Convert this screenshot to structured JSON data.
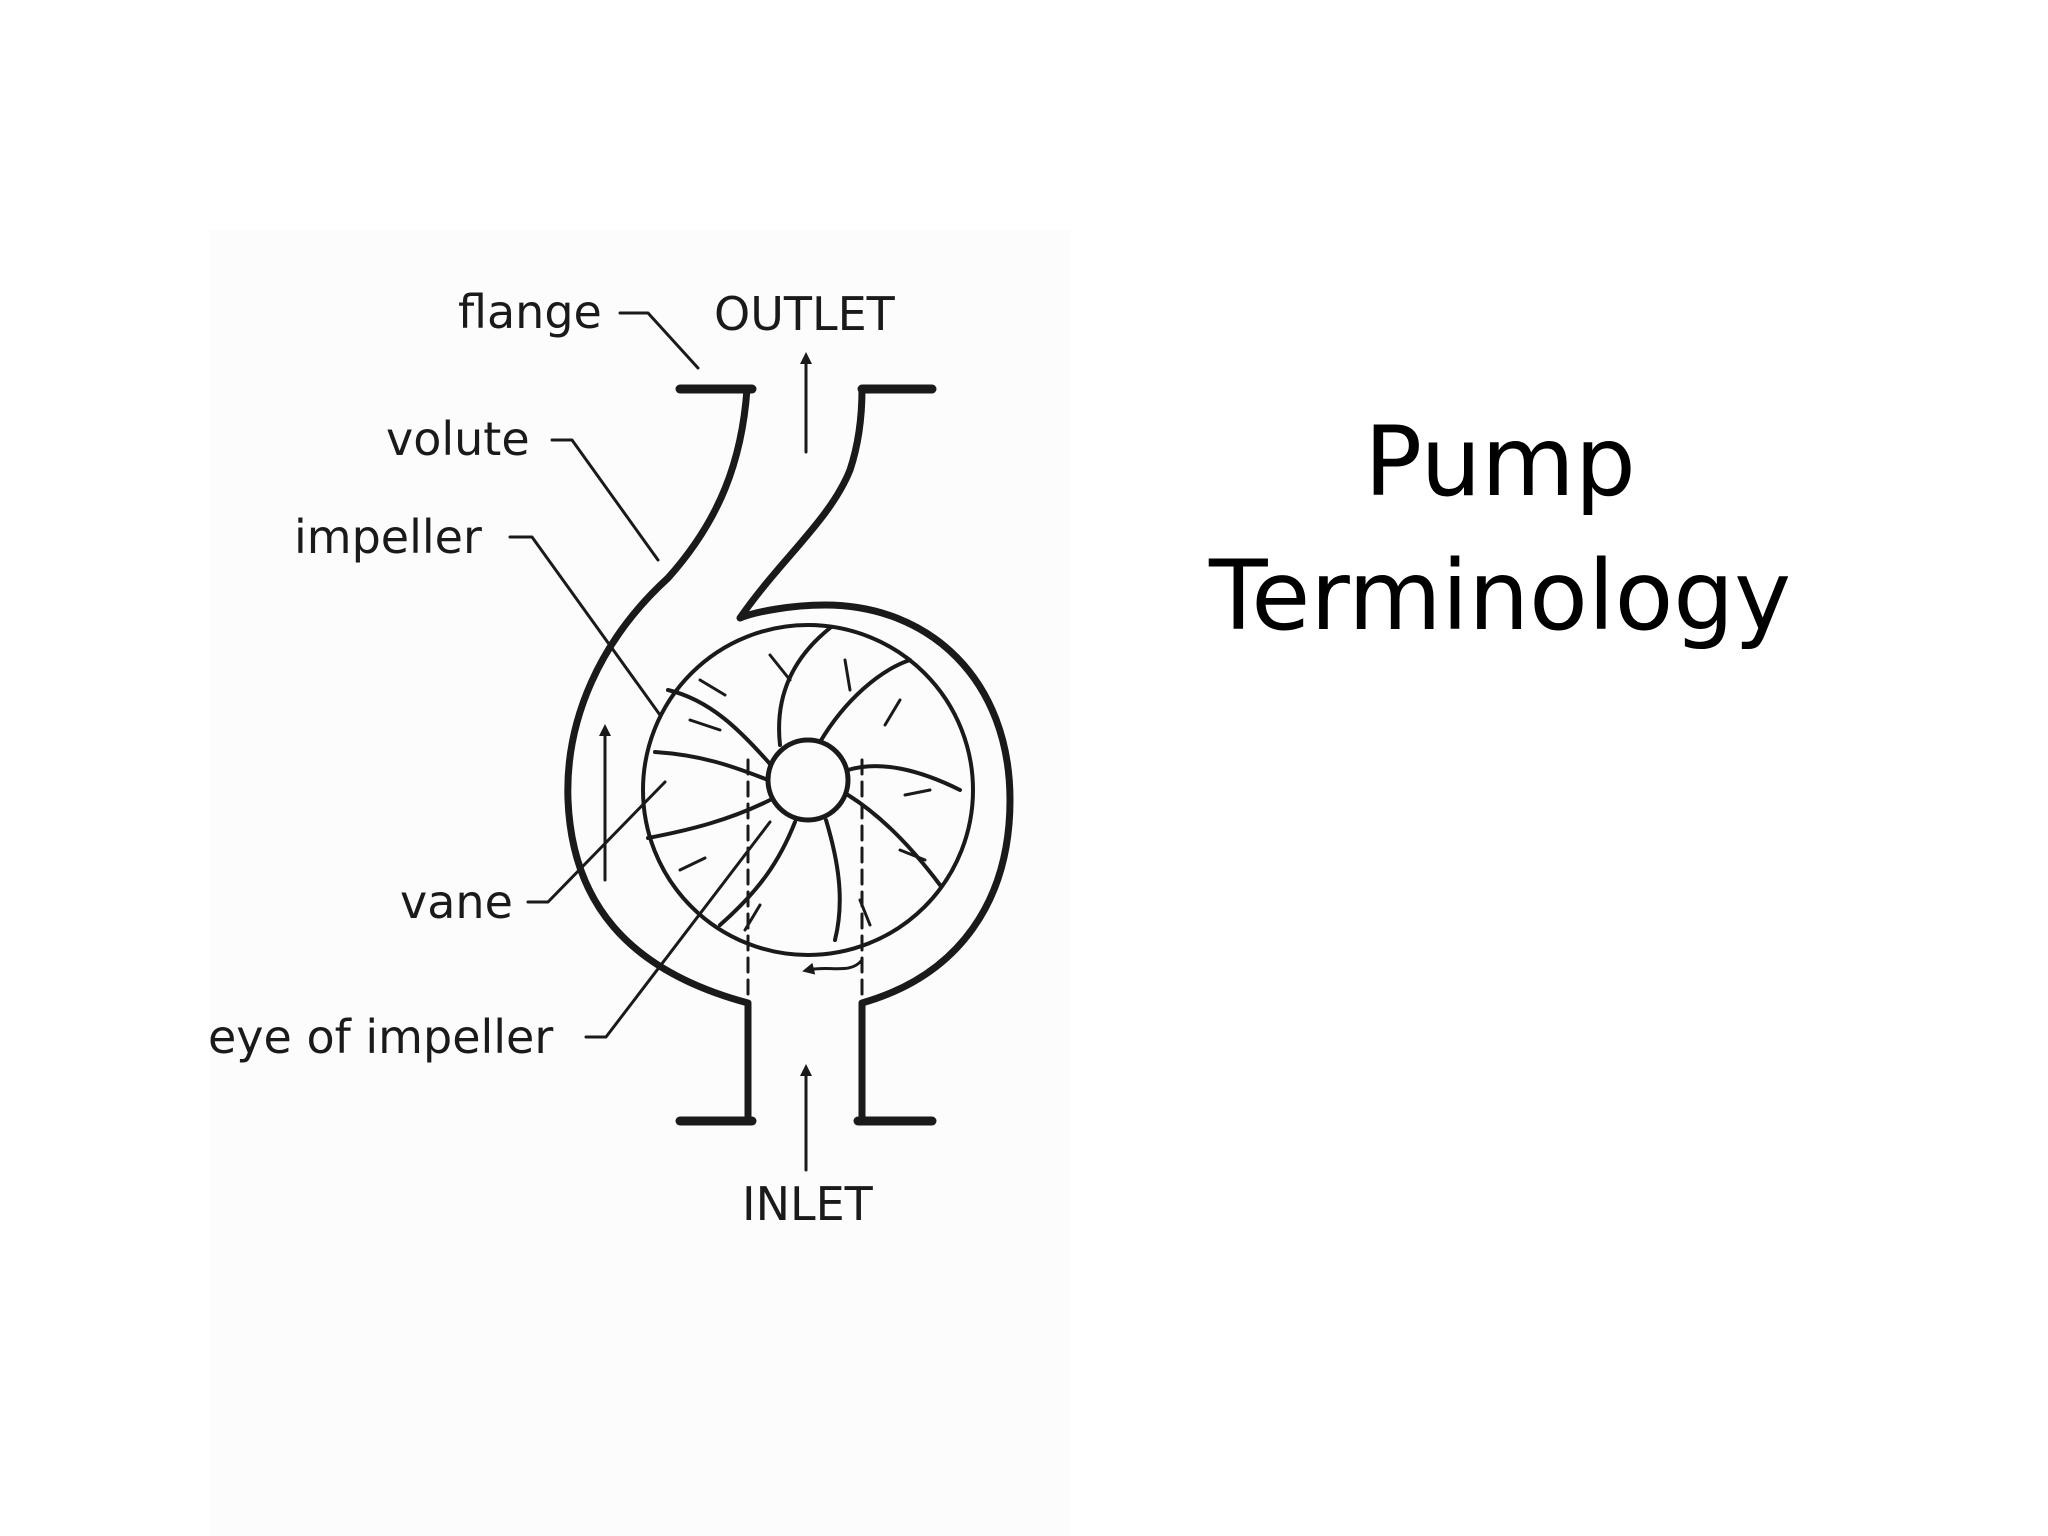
{
  "slide": {
    "title_line1": "Pump",
    "title_line2": "Terminology"
  },
  "diagram": {
    "labels": {
      "flange": "flange",
      "outlet": "OUTLET",
      "volute": "volute",
      "impeller": "impeller",
      "vane": "vane",
      "eye_of_impeller": "eye of impeller",
      "inlet": "INLET"
    }
  },
  "colors": {
    "ink": "#1a1a1a",
    "background": "#ffffff",
    "panel": "#fdfcfd"
  }
}
